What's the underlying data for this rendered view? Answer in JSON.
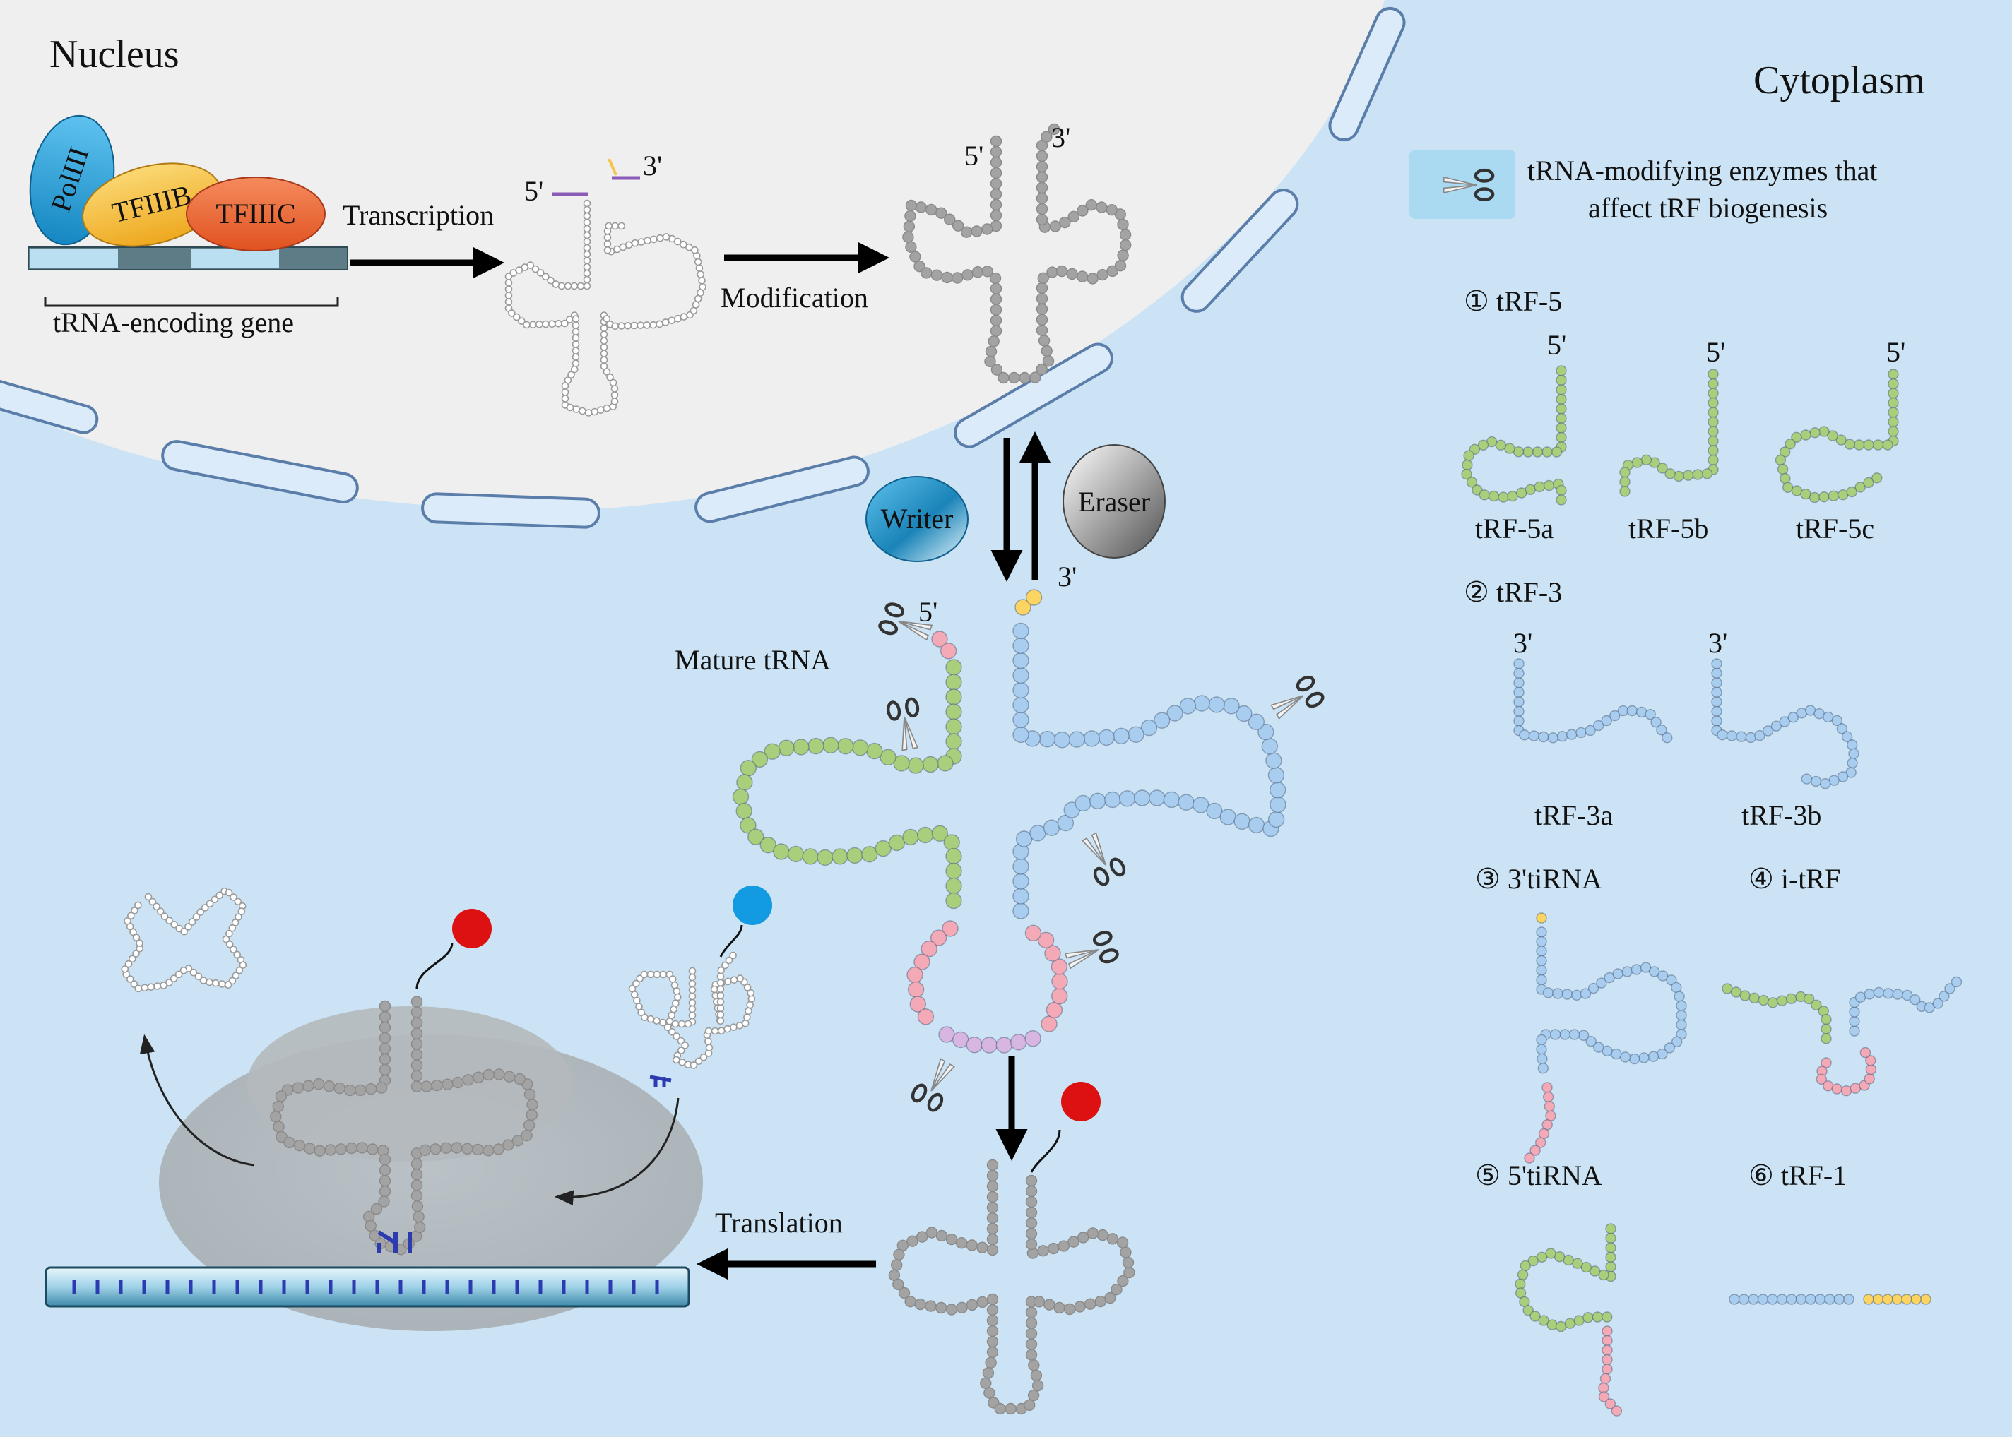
{
  "regions": {
    "nucleus": "Nucleus",
    "cytoplasm": "Cytoplasm"
  },
  "gene": {
    "polIII": "PolIII",
    "tfiiib": "TFIIIB",
    "tfiiic": "TFIIIC",
    "gene_label": "tRNA-encoding gene"
  },
  "steps": {
    "transcription": "Transcription",
    "modification": "Modification",
    "translation": "Translation",
    "writer": "Writer",
    "eraser": "Eraser",
    "mature_trna": "Mature tRNA"
  },
  "ends": {
    "five_prime": "5'",
    "three_prime": "3'"
  },
  "legend": {
    "enzyme_line1": "tRNA-modifying enzymes that",
    "enzyme_line2": "affect tRF biogenesis",
    "trf5_header": "① tRF-5",
    "trf5a": "tRF-5a",
    "trf5b": "tRF-5b",
    "trf5c": "tRF-5c",
    "trf3_header": "② tRF-3",
    "trf3a": "tRF-3a",
    "trf3b": "tRF-3b",
    "tirna3_header": "③ 3'tiRNA",
    "itrf_header": "④ i-tRF",
    "tirna5_header": "⑤ 5'tiRNA",
    "trf1_header": "⑥ tRF-1"
  },
  "colors": {
    "cytoplasm_bg": "#cbe3f4",
    "nucleus_bg": "#efefef",
    "nucleotide_green": "#a9cf7c",
    "nucleotide_blue": "#a9cdee",
    "nucleotide_pink": "#f4a9b6",
    "nucleotide_purple": "#d7b6e2",
    "nucleotide_yellow": "#fbd462",
    "nucleotide_gray": "#a3a3a3",
    "polIII": "#2aa4dd",
    "tfiiib": "#f6be3a",
    "tfiiic": "#ee6a3a",
    "amino_acid_red": "#dd1111",
    "amino_acid_blue": "#129be0"
  }
}
